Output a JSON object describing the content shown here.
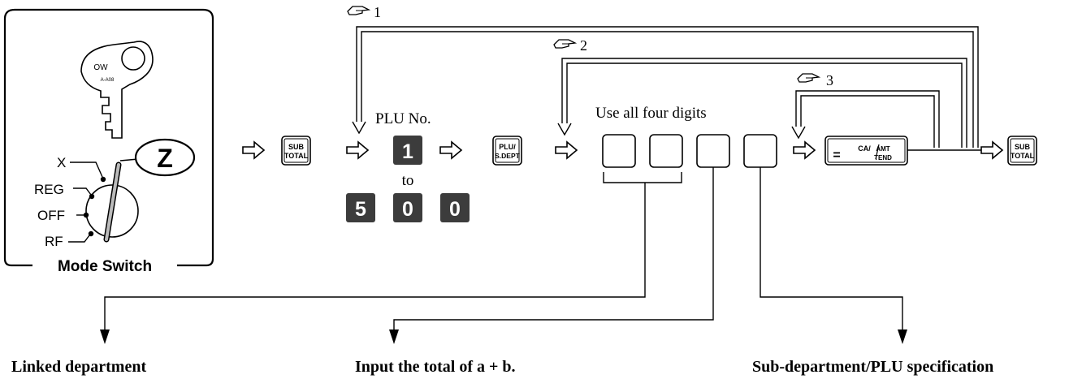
{
  "mode_switch": {
    "title": "Mode Switch",
    "key_label": "OW",
    "key_code": "A-A08",
    "positions": [
      "X",
      "REG",
      "OFF",
      "RF"
    ],
    "selected": "Z"
  },
  "keys": {
    "subtotal_line1": "SUB",
    "subtotal_line2": "TOTAL",
    "plu_line1": "PLU/",
    "plu_line2": "S.DEPT",
    "ca_left": "=",
    "ca_top": "CA/",
    "ca_amt": "AMT",
    "ca_tend": "TEND"
  },
  "plu": {
    "label": "PLU No.",
    "from_digit": "1",
    "to_word": "to",
    "to_digits": [
      "5",
      "0",
      "0"
    ]
  },
  "digits_label": "Use all four digits",
  "loops": [
    "1",
    "2",
    "3"
  ],
  "loop_icon": "pointing-hand-icon",
  "footnotes": {
    "linked": "Linked department",
    "total": "Input the total of a + b.",
    "subdept": "Sub-department/PLU specification"
  }
}
